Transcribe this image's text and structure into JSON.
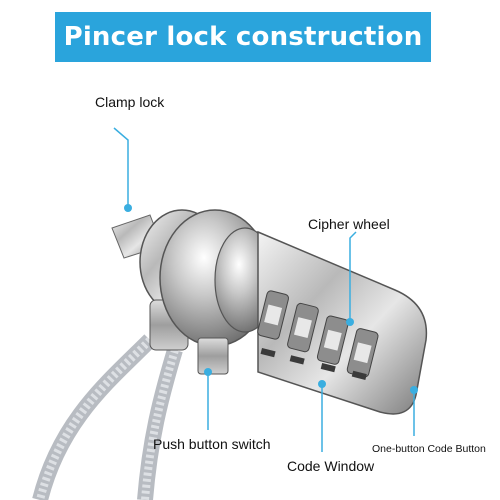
{
  "banner": {
    "title": "Pincer lock construction",
    "color": "#2aa4dc"
  },
  "callouts": {
    "clamp_lock": "Clamp lock",
    "cipher_wheel": "Cipher wheel",
    "push_button_switch": "Push button switch",
    "code_window": "Code Window",
    "one_button_code_button": "One-button Code Button"
  },
  "colors": {
    "callout_line": "#3aaee0",
    "callout_dot": "#3aaee0",
    "text": "#111111"
  }
}
